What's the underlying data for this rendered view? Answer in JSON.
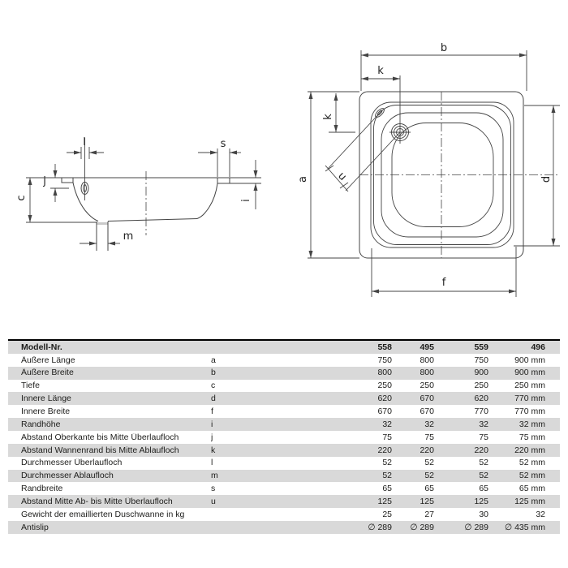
{
  "colors": {
    "line": "#444444",
    "text": "#1d1d1b",
    "table_stripe": "#d9d9d9",
    "table_top_border": "#000000",
    "drain_fill": "#c9c9c9"
  },
  "diagram": {
    "section": {
      "l": "l",
      "s": "s",
      "j": "j",
      "c": "c",
      "i": "i",
      "m": "m"
    },
    "plan": {
      "a": "a",
      "b": "b",
      "k": "k",
      "d": "d",
      "f": "f",
      "u": "u"
    }
  },
  "table": {
    "header": {
      "label": "Modell-Nr.",
      "letter": "",
      "values": [
        "558",
        "495",
        "559",
        "496"
      ]
    },
    "rows": [
      {
        "label": "Äußere Länge",
        "letter": "a",
        "values": [
          "750",
          "800",
          "750",
          "900 mm"
        ]
      },
      {
        "label": "Äußere Breite",
        "letter": "b",
        "values": [
          "800",
          "800",
          "900",
          "900 mm"
        ]
      },
      {
        "label": "Tiefe",
        "letter": "c",
        "values": [
          "250",
          "250",
          "250",
          "250 mm"
        ]
      },
      {
        "label": "Innere Länge",
        "letter": "d",
        "values": [
          "620",
          "670",
          "620",
          "770 mm"
        ]
      },
      {
        "label": "Innere Breite",
        "letter": "f",
        "values": [
          "670",
          "670",
          "770",
          "770 mm"
        ]
      },
      {
        "label": "Randhöhe",
        "letter": "i",
        "values": [
          "32",
          "32",
          "32",
          "32 mm"
        ]
      },
      {
        "label": "Abstand Oberkante bis Mitte Überlaufloch",
        "letter": "j",
        "values": [
          "75",
          "75",
          "75",
          "75 mm"
        ]
      },
      {
        "label": "Abstand Wannenrand bis Mitte Ablaufloch",
        "letter": "k",
        "values": [
          "220",
          "220",
          "220",
          "220 mm"
        ]
      },
      {
        "label": "Durchmesser Überlaufloch",
        "letter": "l",
        "values": [
          "52",
          "52",
          "52",
          "52 mm"
        ]
      },
      {
        "label": "Durchmesser Ablaufloch",
        "letter": "m",
        "values": [
          "52",
          "52",
          "52",
          "52 mm"
        ]
      },
      {
        "label": "Randbreite",
        "letter": "s",
        "values": [
          "65",
          "65",
          "65",
          "65 mm"
        ]
      },
      {
        "label": "Abstand Mitte Ab- bis Mitte Überlaufloch",
        "letter": "u",
        "values": [
          "125",
          "125",
          "125",
          "125 mm"
        ]
      },
      {
        "label": "Gewicht der emaillierten Duschwanne in kg",
        "letter": "",
        "values": [
          "25",
          "27",
          "30",
          "32"
        ]
      },
      {
        "label": "Antislip",
        "letter": "",
        "values": [
          "∅ 289",
          "∅ 289",
          "∅ 289",
          "∅ 435 mm"
        ]
      }
    ]
  }
}
